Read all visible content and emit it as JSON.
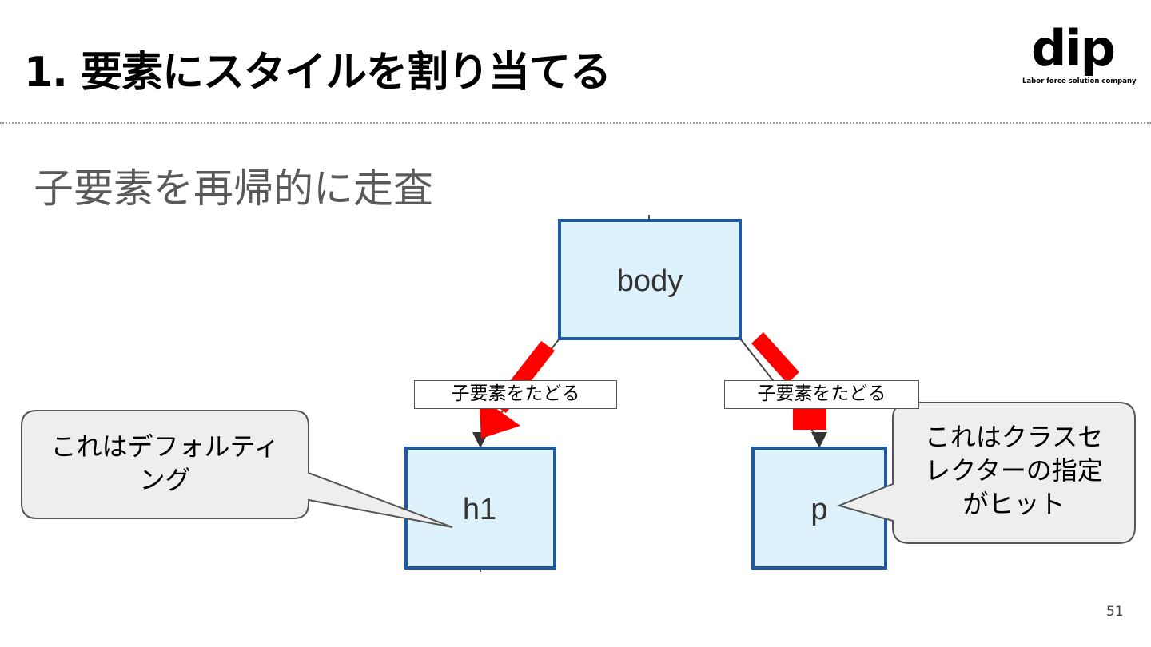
{
  "slide": {
    "title": "1. 要素にスタイルを割り当てる",
    "subtitle": "子要素を再帰的に走査",
    "page_number": "51"
  },
  "logo": {
    "word": "dip",
    "tagline": "Labor force solution company"
  },
  "diagram": {
    "nodes": {
      "root": "body",
      "left": "h1",
      "right": "p"
    },
    "edge_labels": {
      "left": "子要素をたどる",
      "right": "子要素をたどる"
    },
    "callouts": {
      "left": [
        "これはデフォルティ",
        "ング"
      ],
      "right": [
        "これはクラスセ",
        "レクターの指定",
        "がヒット"
      ]
    }
  },
  "colors": {
    "node_fill": "#ddf2fb",
    "node_border": "#1f5a9e",
    "traversal_arrow": "#ff0000",
    "callout_fill": "#eeeeee",
    "callout_border": "#555555"
  }
}
